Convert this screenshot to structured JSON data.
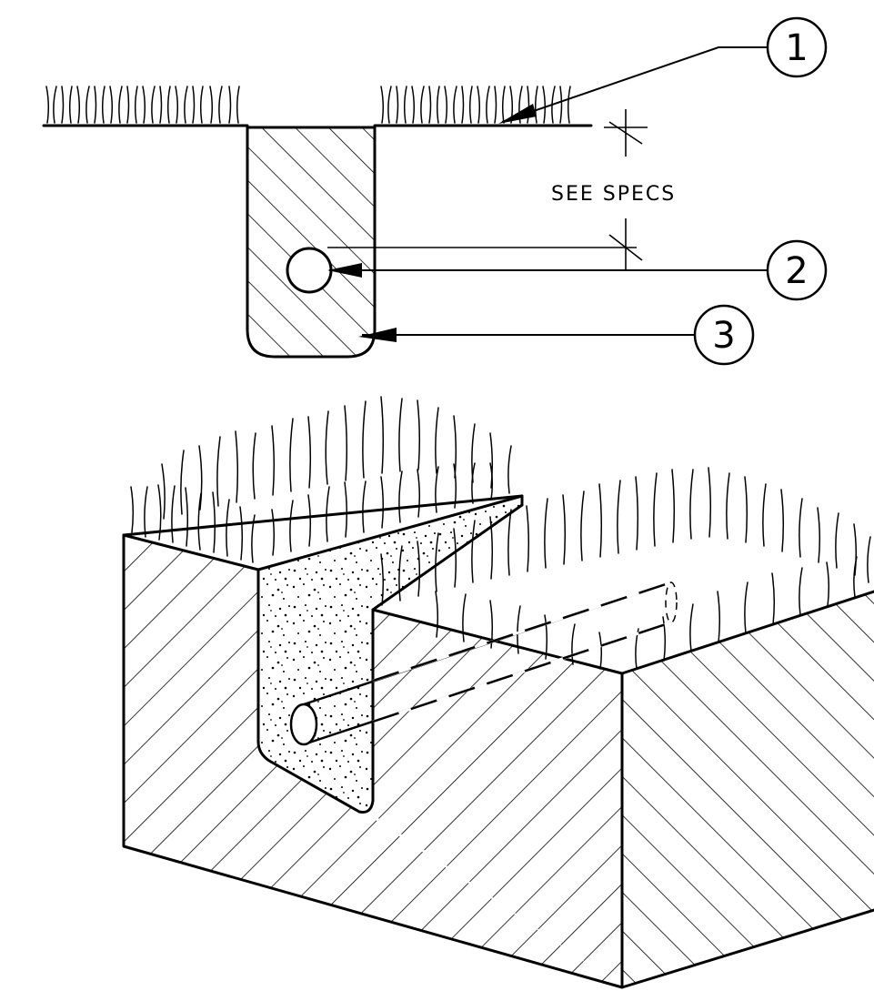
{
  "note": {
    "dimension": "SEE SPECS"
  },
  "callouts": [
    {
      "number": "1"
    },
    {
      "number": "2"
    },
    {
      "number": "3"
    }
  ]
}
